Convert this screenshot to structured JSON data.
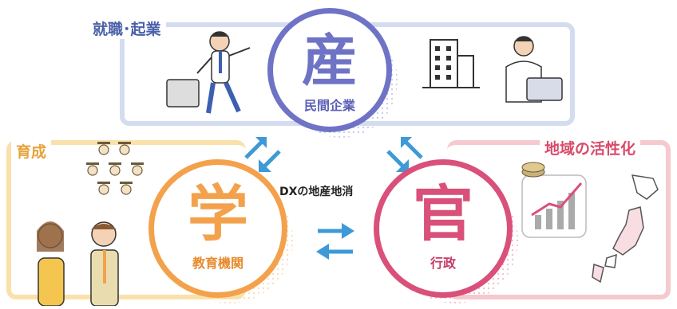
{
  "sections": {
    "industry": {
      "label": "就職･起業",
      "circle_kanji": "産",
      "circle_subtitle": "民間企業"
    },
    "academia": {
      "label": "育成",
      "circle_kanji": "学",
      "circle_subtitle": "教育機関"
    },
    "government": {
      "label": "地域の活性化",
      "circle_kanji": "官",
      "circle_subtitle": "行政"
    }
  },
  "center_caption": "DXの地産地消",
  "colors": {
    "industry": "#6f73c6",
    "academia": "#f4a14c",
    "government": "#d9507a",
    "arrow": "#3d9ad6"
  }
}
